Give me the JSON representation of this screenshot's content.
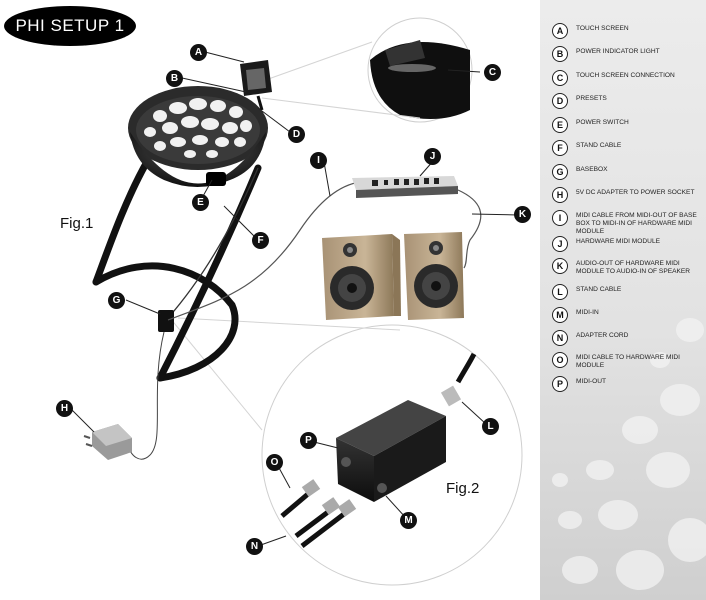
{
  "title": "PHI SETUP 1",
  "figures": {
    "fig1": "Fig.1",
    "fig2": "Fig.2"
  },
  "markers": [
    "A",
    "B",
    "C",
    "D",
    "E",
    "F",
    "G",
    "H",
    "I",
    "J",
    "K",
    "L",
    "M",
    "N",
    "O",
    "P"
  ],
  "legend": [
    {
      "letter": "A",
      "text": "TOUCH SCREEN"
    },
    {
      "letter": "B",
      "text": "POWER INDICATOR LIGHT"
    },
    {
      "letter": "C",
      "text": "TOUCH SCREEN CONNECTION"
    },
    {
      "letter": "D",
      "text": "PRESETS"
    },
    {
      "letter": "E",
      "text": "POWER SWITCH"
    },
    {
      "letter": "F",
      "text": "STAND CABLE"
    },
    {
      "letter": "G",
      "text": "BASEBOX"
    },
    {
      "letter": "H",
      "text": "5V DC ADAPTER TO POWER SOCKET"
    },
    {
      "letter": "I",
      "text": "MIDI CABLE FROM MIDI-OUT OF BASE BOX TO MIDI-IN OF HARDWARE MIDI MODULE"
    },
    {
      "letter": "J",
      "text": "HARDWARE MIDI MODULE"
    },
    {
      "letter": "K",
      "text": "AUDIO-OUT OF HARDWARE MIDI MODULE TO AUDIO-IN OF SPEAKER"
    },
    {
      "letter": "L",
      "text": "STAND CABLE"
    },
    {
      "letter": "M",
      "text": "MIDI-IN"
    },
    {
      "letter": "N",
      "text": "ADAPTER CORD"
    },
    {
      "letter": "O",
      "text": "MIDI CABLE TO HARDWARE MIDI MODULE"
    },
    {
      "letter": "P",
      "text": "MIDI-OUT"
    }
  ],
  "colors": {
    "ink": "#111111",
    "panel": "#e4e4e4",
    "device": "#1a1a1a",
    "speaker_wood": "#b9a48a"
  }
}
